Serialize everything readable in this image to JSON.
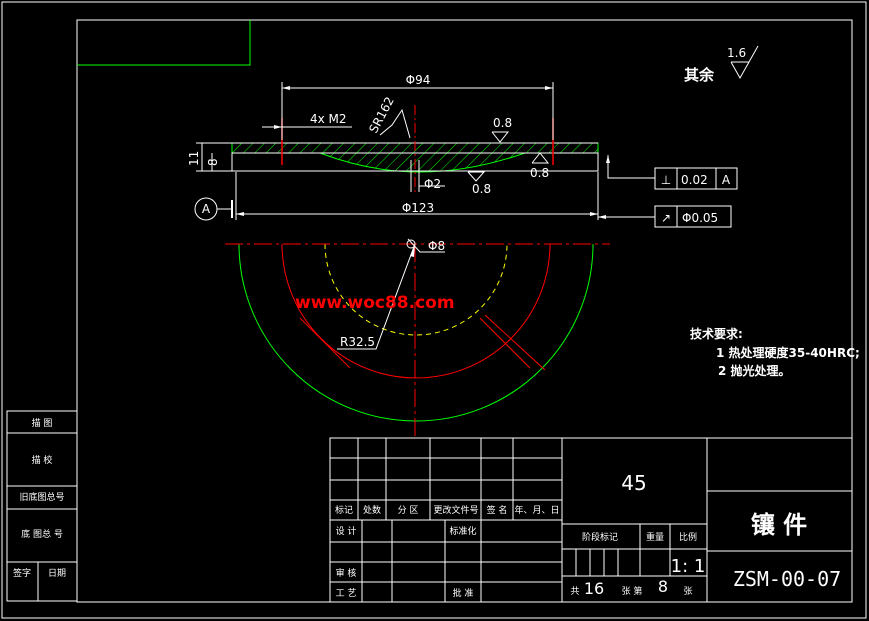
{
  "drawing": {
    "surface_finish_note": {
      "label": "其余",
      "value": "1.6"
    },
    "dimensions": {
      "top_diameter": "Φ94",
      "bolt_holes": "4x M2",
      "sphere_radius": "SR162",
      "height_11": "11",
      "height_8": "8",
      "center_hole": "Φ2",
      "bottom_diameter": "Φ123",
      "arc_radius": "R32.5",
      "small_hole": "Φ8"
    },
    "roughness_marks": [
      "0.8",
      "0.8",
      "0.8"
    ],
    "datum_label": "A",
    "tolerances": {
      "perpendicularity": {
        "symbol": "⊥",
        "value": "0.02",
        "datum": "A"
      },
      "circular_runout": {
        "symbol": "↗",
        "value": "Φ0.05"
      }
    },
    "watermark": "www.woc88.com",
    "technical_requirements": {
      "title": "技术要求:",
      "items": [
        "1 热处理硬度35-40HRC;",
        "2 抛光处理。"
      ]
    }
  },
  "title_block": {
    "left_stack": [
      "描 图",
      "描 校",
      "旧底图总号",
      "底 图总 号",
      "签字",
      "日期"
    ],
    "material": "45",
    "part_name": "镶 件",
    "drawing_number": "ZSM-00-07",
    "scale": "1: 1",
    "sheets_total": "16",
    "sheet_current": "8",
    "header_row": [
      "标记",
      "处数",
      "分 区",
      "更改文件号",
      "签 名",
      "年、月、日"
    ],
    "design_row": [
      "设 计",
      "标准化"
    ],
    "review_row": [
      "审 核"
    ],
    "process_row": [
      "工 艺",
      "批 准"
    ],
    "stage_label": "阶段标记",
    "weight_label": "重量",
    "scale_label": "比例",
    "total_label": "共",
    "sheet_label_a": "张 第",
    "sheet_label_b": "张"
  }
}
